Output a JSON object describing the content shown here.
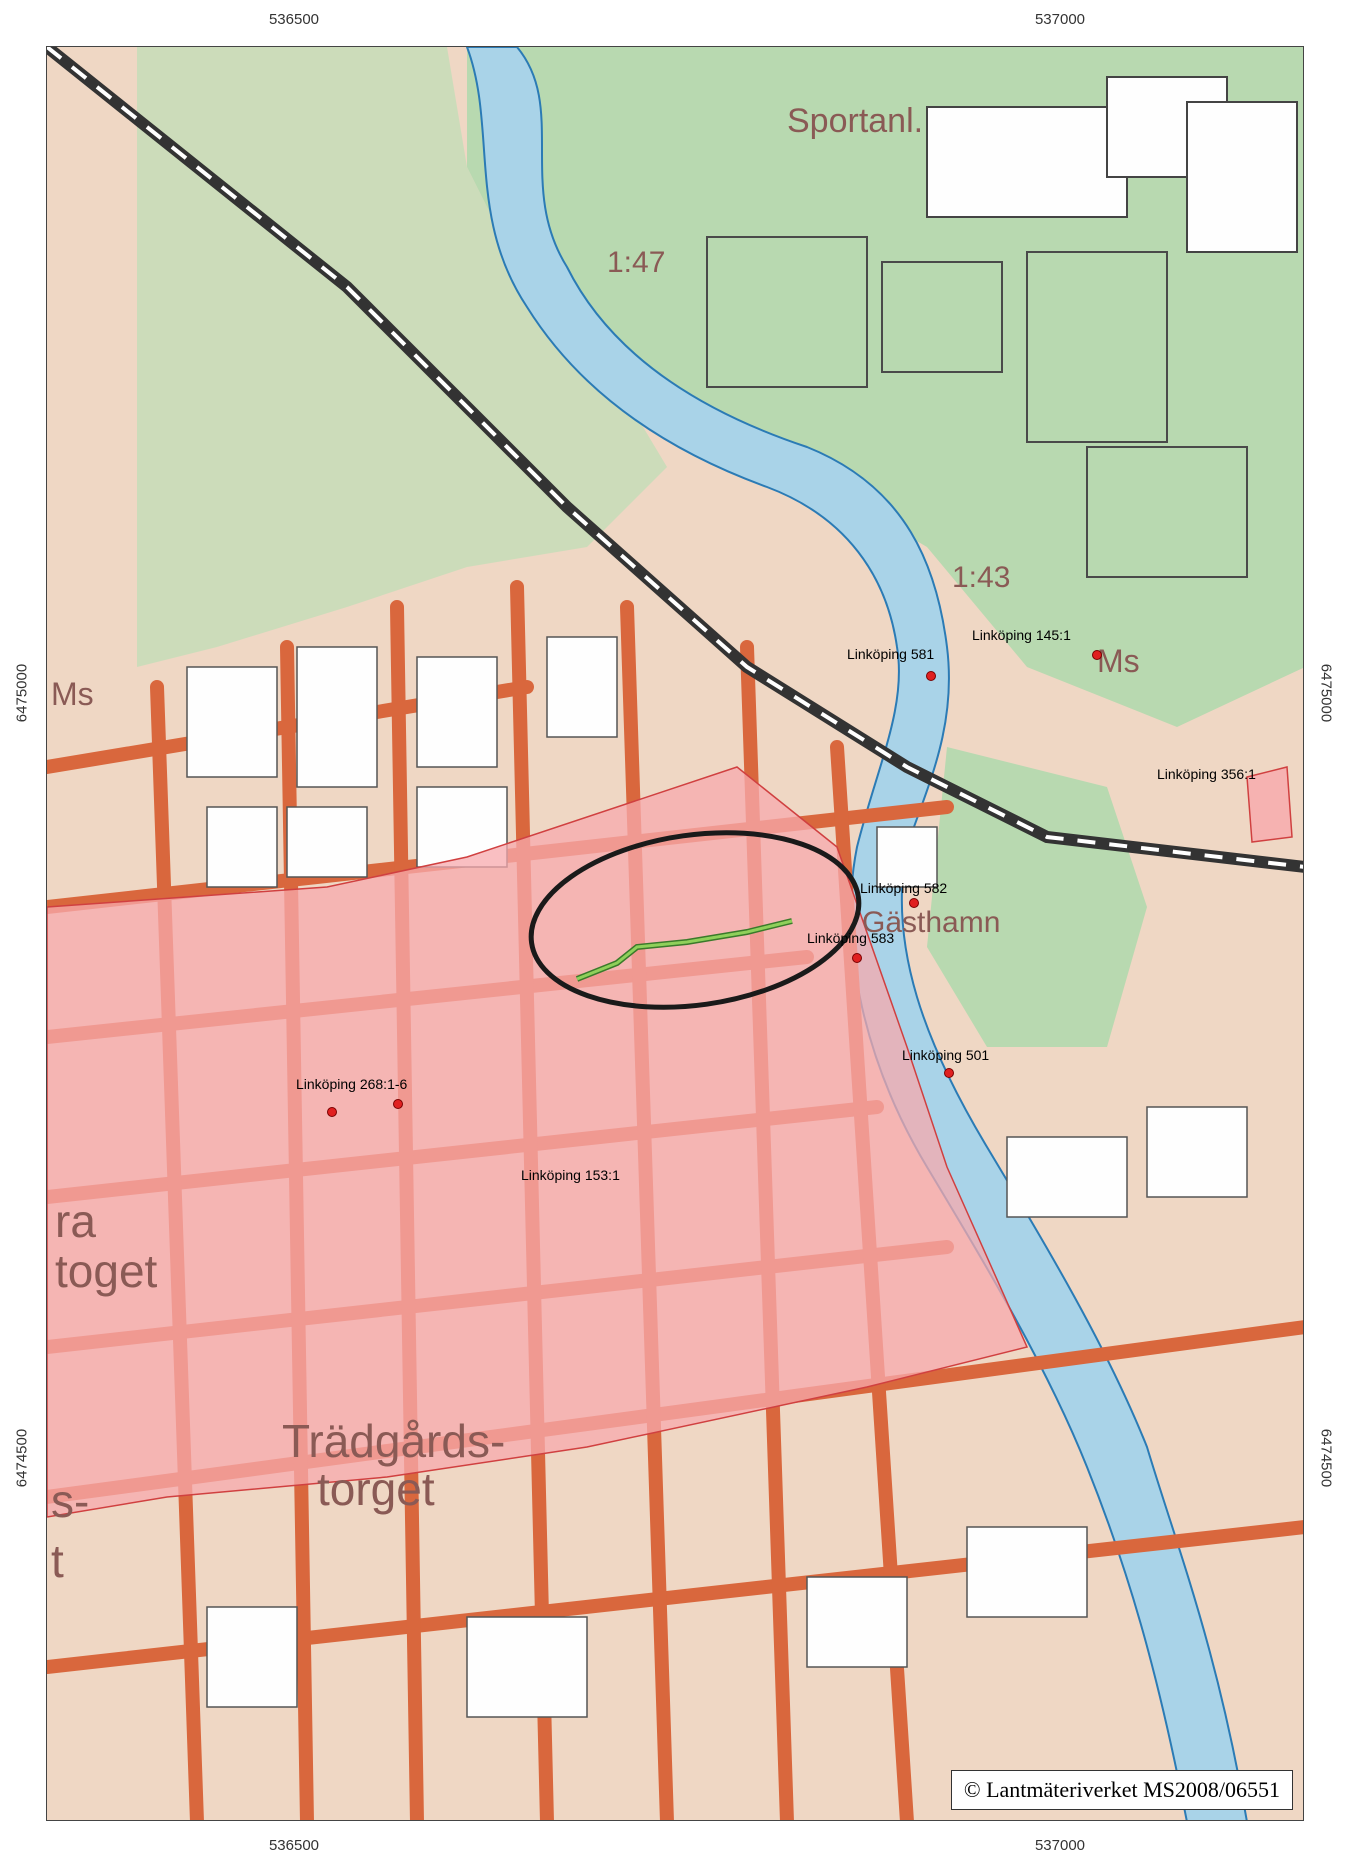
{
  "coordinates": {
    "top": [
      "536500",
      "537000"
    ],
    "bottom": [
      "536500",
      "537000"
    ],
    "left": [
      "6475000",
      "6474500"
    ],
    "right": [
      "6475000",
      "6474500"
    ]
  },
  "map_text": {
    "sportanl": "Sportanl.",
    "ratio_147": "1:47",
    "ratio_143": "1:43",
    "ms_right": "Ms",
    "ms_left": "Ms",
    "gasthamn": "Gästhamn",
    "tradgards_1": "Trädgårds-",
    "tradgards_2": "torget",
    "ra": "ra",
    "toget": "toget",
    "left_s": "s-",
    "left_t": "t"
  },
  "sites": [
    {
      "name": "Linköping 581"
    },
    {
      "name": "Linköping 145:1"
    },
    {
      "name": "Linköping 356:1"
    },
    {
      "name": "Linköping 582"
    },
    {
      "name": "Linköping 583"
    },
    {
      "name": "Linköping 501"
    },
    {
      "name": "Linköping 268:1-6"
    },
    {
      "name": "Linköping 153:1"
    }
  ],
  "copyright": "© Lantmäteriverket MS2008/06551",
  "colors": {
    "water": "#a9d3e8",
    "park": "#b8d9b0",
    "road": "#d9673d",
    "building": "#fefefe",
    "zone": "#f7a9ad",
    "railway": "#333333",
    "marker": "#e02020",
    "highlight_line": "#7ac143"
  }
}
